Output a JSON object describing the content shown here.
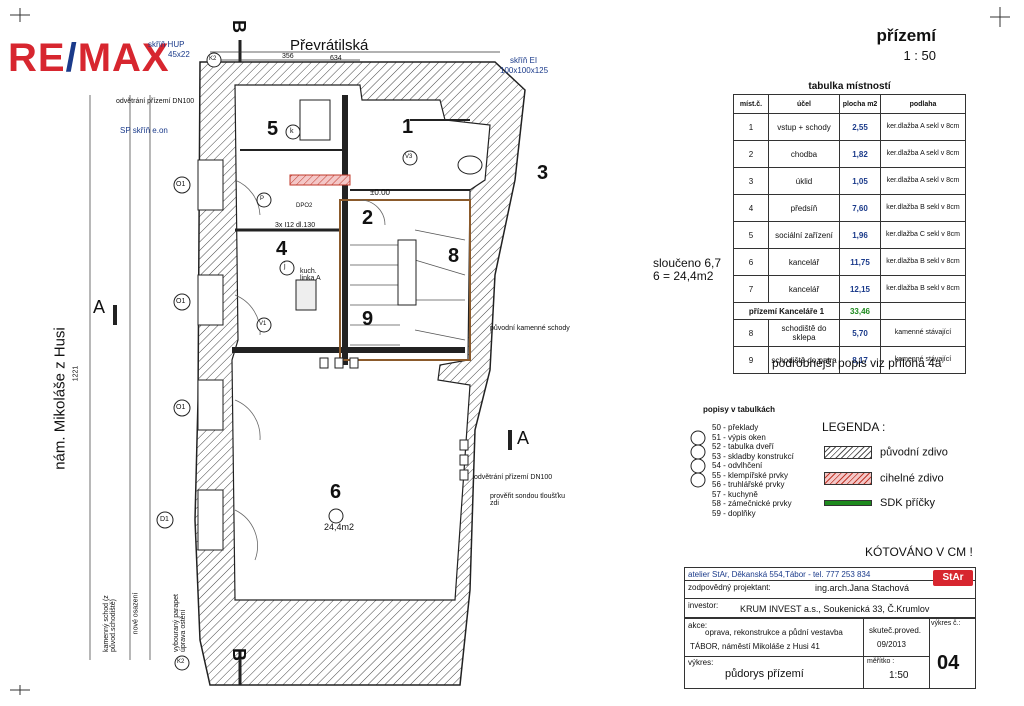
{
  "logo": {
    "text_left": "RE",
    "slash": "/",
    "text_right": "MAX"
  },
  "header": {
    "title": "přízemí",
    "scale": "1 : 50"
  },
  "street_top": "Převrátilská",
  "street_left": "nám. Mikoláše z Husi",
  "merge_note": {
    "line1": "sloučeno 6,7",
    "line2": "6 = 24,4m2"
  },
  "rooms_table": {
    "caption": "tabulka místností",
    "headers": [
      "míst.č.",
      "účel",
      "plocha m2",
      "podlaha"
    ],
    "rows": [
      {
        "n": "1",
        "u": "vstup + schody",
        "p": "2,55",
        "f": "ker.dlažba A sekl v 8cm"
      },
      {
        "n": "2",
        "u": "chodba",
        "p": "1,82",
        "f": "ker.dlažba A sekl v 8cm"
      },
      {
        "n": "3",
        "u": "úklid",
        "p": "1,05",
        "f": "ker.dlažba A sekl v 8cm"
      },
      {
        "n": "4",
        "u": "předsíň",
        "p": "7,60",
        "f": "ker.dlažba B sekl v 8cm"
      },
      {
        "n": "5",
        "u": "sociální zařízení",
        "p": "1,96",
        "f": "ker.dlažba C sekl v 8cm"
      },
      {
        "n": "6",
        "u": "kancelář",
        "p": "11,75",
        "f": "ker.dlažba B sekl v 8cm"
      },
      {
        "n": "7",
        "u": "kancelář",
        "p": "12,15",
        "f": "ker.dlažba B sekl v 8cm"
      }
    ],
    "sum": {
      "label": "přízemí  Kanceláře 1",
      "p": "33,46"
    },
    "extra_rows": [
      {
        "n": "8",
        "u": "schodiště do sklepa",
        "p": "5,70",
        "f": "kamenné stávající"
      },
      {
        "n": "9",
        "u": "schodiště do patra",
        "p": "8,17",
        "f": "kamenné stávající"
      }
    ]
  },
  "detail_note": "podrobnější popis viz příloha 4a",
  "popis": {
    "title": "popisy v tabulkách",
    "items": [
      "50 - překlady",
      "51 - výpis oken",
      "52 - tabulka dveří",
      "53 - skladby konstrukcí",
      "54 - odvlhčení",
      "55 - klempířské prvky",
      "56 - truhlářské prvky",
      "57 - kuchyně",
      "58 - zámečnické prvky",
      "59 - doplňky"
    ]
  },
  "legend": {
    "title": "LEGENDA :",
    "items": [
      {
        "label": "původní zdivo",
        "swatch": "hatch"
      },
      {
        "label": "cihelné zdivo",
        "swatch": "brick"
      },
      {
        "label": "SDK příčky",
        "swatch": "sdk"
      }
    ]
  },
  "kotovano": "KÓTOVÁNO V CM !",
  "title_block": {
    "atelier": "atelier StAr, Děkanská 554,Tábor - tel. 777 253 834",
    "projektant_label": "zodpovědný projektant:",
    "projektant": "ing.arch.Jana Stachová",
    "investor_label": "investor:",
    "investor": "KRUM INVEST a.s., Soukenická 33, Č.Krumlov",
    "akce_label": "akce:",
    "akce1": "oprava, rekonstrukce a půdní vestavba",
    "akce2": "TÁBOR, náměstí Mikoláše z Husi 41",
    "skut_label": "skuteč.proved.",
    "skut": "09/2013",
    "vykres_label": "výkres č.:",
    "vykres_no": "04",
    "vykres_title_label": "výkres:",
    "vykres_title": "půdorys přízemí",
    "meritko_label": "měřítko :",
    "meritko": "1:50",
    "stamp": "StAr"
  },
  "plan": {
    "rooms": [
      "1",
      "2",
      "3",
      "4",
      "5",
      "6",
      "8",
      "9"
    ],
    "room6_area": "24,4m2",
    "sections": {
      "a": "A",
      "b": "B"
    },
    "labels": {
      "skrin_hup": "skříň HUP",
      "skrin_hup_dim": "45x22",
      "skrin_ei": "skříň EI",
      "skrin_ei_dim": "100x100x125",
      "odvetreni": "odvětrání přízemí DN100",
      "sp_skrin": "SP skříň e.on",
      "kamenne_schody": "původní kamenné schody",
      "proverit": "prověřit sondou tloušťku zdi",
      "odvetreni2": "odvětrání přízemí DN100",
      "kamenny_schod": "kamenný schod (z původ.schodiště)",
      "nove_osazeni": "nové osazení",
      "vybourany": "vybouraný parapet úprava ostění",
      "kuch_linka": "kuch. linka A",
      "dim_1221": "1221",
      "dim_634": "634",
      "dim_356": "356",
      "zero": "±0.00",
      "ipe": "3x I12 dl.130"
    },
    "tags": [
      "O1",
      "O1",
      "O1",
      "D1",
      "P",
      "V1",
      "V3",
      "DPO2",
      "K2",
      "K2",
      "j",
      "k"
    ]
  }
}
